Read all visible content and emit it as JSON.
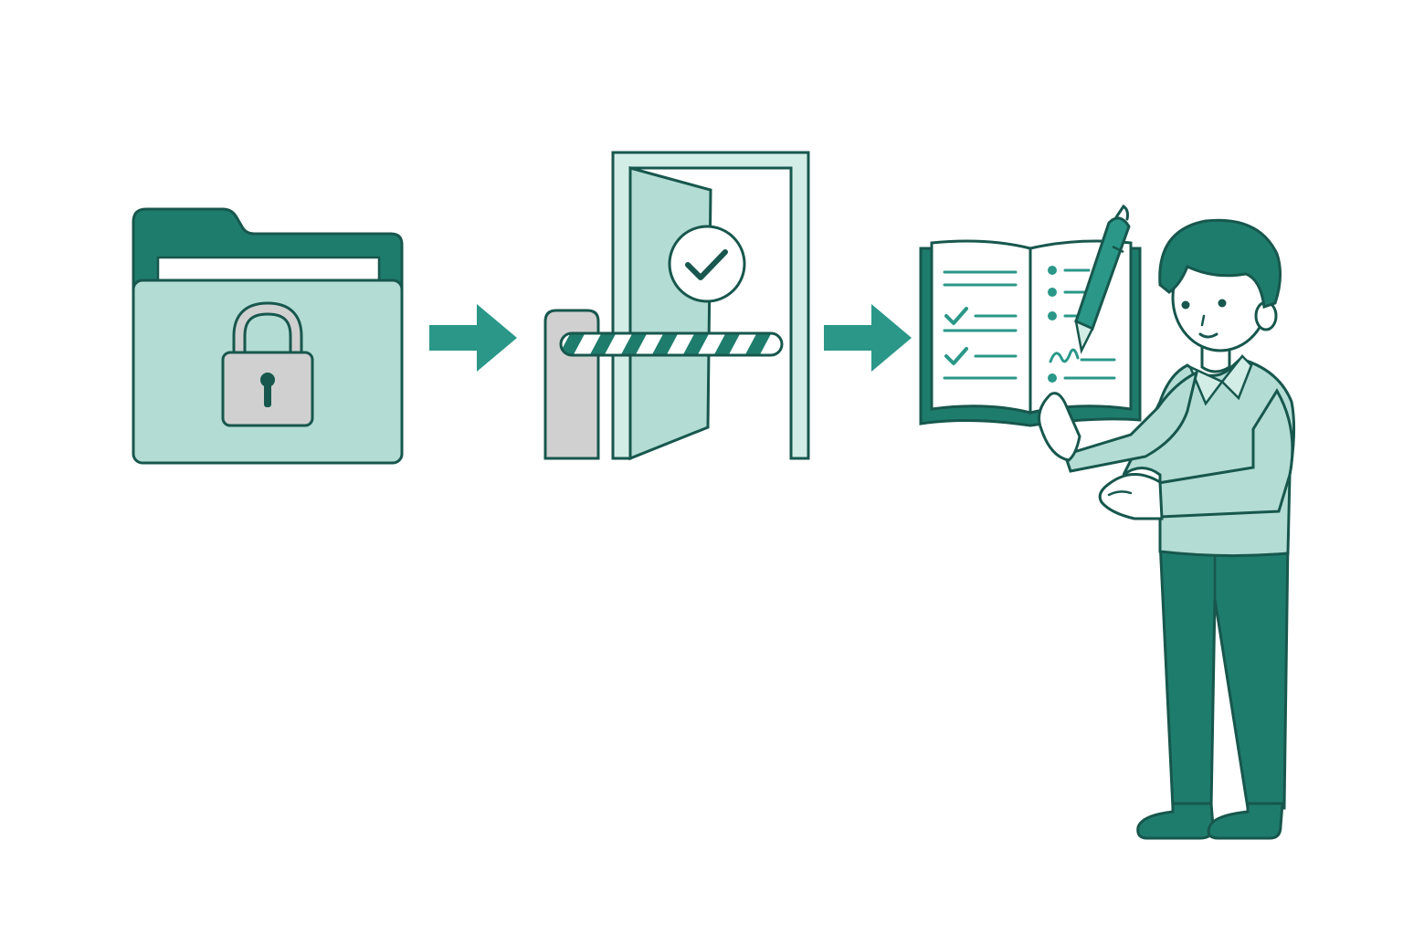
{
  "colors": {
    "outline": "#17574d",
    "dark_teal": "#1e7c6d",
    "mid_teal": "#2a9788",
    "light_teal": "#b3dcd4",
    "pale_teal": "#d2ece6",
    "grey": "#d0d0d0",
    "white": "#ffffff",
    "skin": "#ffffff"
  },
  "steps": [
    {
      "id": "locked-folder",
      "icon": "locked-folder-icon"
    },
    {
      "id": "access-gate",
      "icon": "barrier-door-check-icon"
    },
    {
      "id": "logbook-person",
      "icon": "person-with-logbook-icon"
    }
  ],
  "connectors": [
    {
      "from": "locked-folder",
      "to": "access-gate",
      "icon": "arrow-right-icon"
    },
    {
      "from": "access-gate",
      "to": "logbook-person",
      "icon": "arrow-right-icon"
    }
  ]
}
